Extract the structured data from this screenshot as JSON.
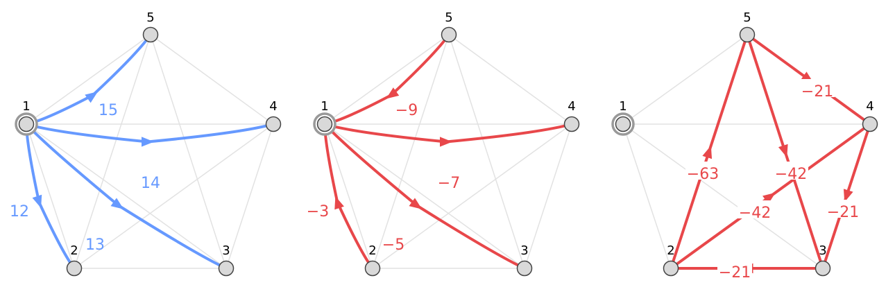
{
  "colors": {
    "blue": "#6699ff",
    "red": "#e8474a",
    "grid": "#e2e2e2",
    "node_fill": "#d9d9d9",
    "node_stroke": "#444444",
    "source_ring": "#999999"
  },
  "panels": [
    {
      "id": "panel-1",
      "color": "blue",
      "nodes": [
        {
          "id": "1",
          "label": "1",
          "source": true
        },
        {
          "id": "2",
          "label": "2"
        },
        {
          "id": "3",
          "label": "3"
        },
        {
          "id": "4",
          "label": "4"
        },
        {
          "id": "5",
          "label": "5"
        }
      ],
      "edges": [
        {
          "from": "1",
          "to": "5",
          "label": "15"
        },
        {
          "from": "1",
          "to": "4",
          "label": "14"
        },
        {
          "from": "1",
          "to": "3",
          "label": "13"
        },
        {
          "from": "1",
          "to": "2",
          "label": "12"
        }
      ]
    },
    {
      "id": "panel-2",
      "color": "red",
      "nodes": [
        {
          "id": "1",
          "label": "1",
          "source": true
        },
        {
          "id": "2",
          "label": "2"
        },
        {
          "id": "3",
          "label": "3"
        },
        {
          "id": "4",
          "label": "4"
        },
        {
          "id": "5",
          "label": "5"
        }
      ],
      "edges": [
        {
          "from": "5",
          "to": "1",
          "label": "−9"
        },
        {
          "from": "1",
          "to": "4",
          "label": "−7"
        },
        {
          "from": "1",
          "to": "3",
          "label": "−5"
        },
        {
          "from": "2",
          "to": "1",
          "label": "−3"
        }
      ]
    },
    {
      "id": "panel-3",
      "color": "red",
      "nodes": [
        {
          "id": "1",
          "label": "1",
          "source": true
        },
        {
          "id": "2",
          "label": "2"
        },
        {
          "id": "3",
          "label": "3"
        },
        {
          "id": "4",
          "label": "4"
        },
        {
          "id": "5",
          "label": "5"
        }
      ],
      "edges": [
        {
          "from": "5",
          "to": "4",
          "label": "−21"
        },
        {
          "from": "4",
          "to": "3",
          "label": "−21"
        },
        {
          "from": "3",
          "to": "2",
          "label": "−21"
        },
        {
          "from": "2",
          "to": "5",
          "label": "−63"
        },
        {
          "from": "5",
          "to": "3",
          "label": "−42"
        },
        {
          "from": "2",
          "to": "4",
          "label": "−42"
        }
      ]
    }
  ]
}
